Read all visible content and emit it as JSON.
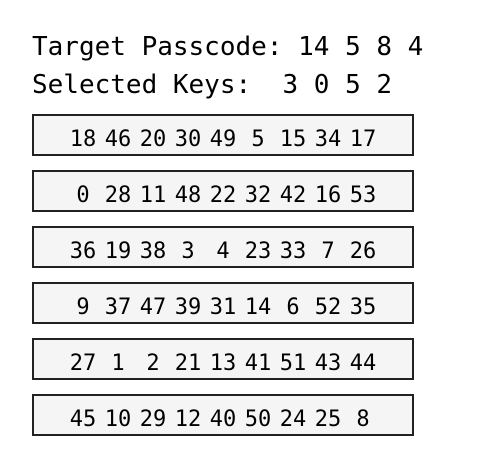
{
  "header": {
    "target_label": "Target Passcode:",
    "target_code": "14 5 8 4",
    "selected_label": "Selected Keys:",
    "selected_code": "3 0 5 2"
  },
  "keypad": {
    "rows": [
      [
        "18",
        "46",
        "20",
        "30",
        "49",
        "5",
        "15",
        "34",
        "17"
      ],
      [
        "0",
        "28",
        "11",
        "48",
        "22",
        "32",
        "42",
        "16",
        "53"
      ],
      [
        "36",
        "19",
        "38",
        "3",
        "4",
        "23",
        "33",
        "7",
        "26"
      ],
      [
        "9",
        "37",
        "47",
        "39",
        "31",
        "14",
        "6",
        "52",
        "35"
      ],
      [
        "27",
        "1",
        "2",
        "21",
        "13",
        "41",
        "51",
        "43",
        "44"
      ],
      [
        "45",
        "10",
        "29",
        "12",
        "40",
        "50",
        "24",
        "25",
        "8"
      ]
    ]
  }
}
